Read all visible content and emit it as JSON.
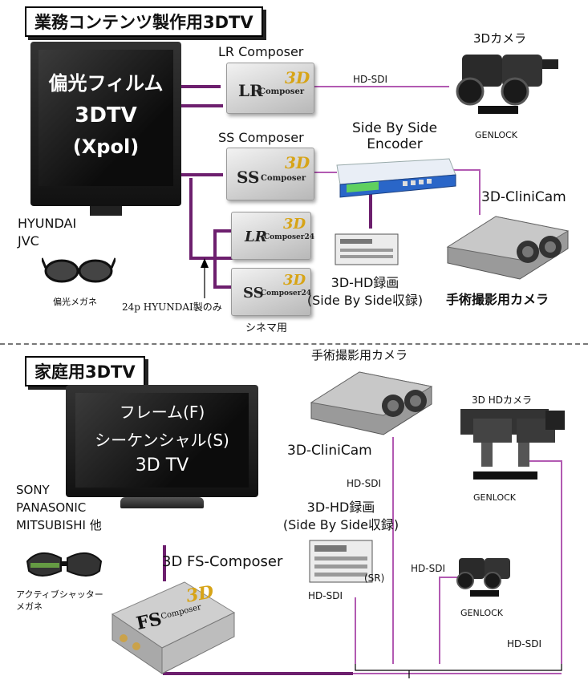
{
  "section_business": {
    "title": "業務コンテンツ製作用3DTV",
    "tv_line1": "偏光フィルム",
    "tv_line2": "3DTV",
    "tv_line3": "(Xpol)",
    "makers": [
      "HYUNDAI",
      "JVC"
    ],
    "glasses_label": "偏光メガネ",
    "lr_composer_label": "LR Composer",
    "ss_composer_label": "SS Composer",
    "sbs_encoder_label_1": "Side By Side",
    "sbs_encoder_label_2": "Encoder",
    "hdsdi_label": "HD-SDI",
    "camera_3d_label": "3Dカメラ",
    "genlock_label": "GENLOCK",
    "clinicam_label": "3D-CliniCam",
    "recorder_label_1": "3D-HD録画",
    "recorder_label_2": "(Side By Side収録)",
    "surgical_camera_label": "手術撮影用カメラ",
    "note_24p": "24p  HYUNDAI製のみ",
    "cinema_label": "シネマ用",
    "device_logos": {
      "lr": "LR",
      "ss": "SS",
      "composer": "Composer",
      "lr24": "LR",
      "ss24": "SS",
      "composer24": "Composer24",
      "mark3d": "3D"
    }
  },
  "section_home": {
    "title": "家庭用3DTV",
    "tv_line1": "フレーム(F)",
    "tv_line2": "シーケンシャル(S)",
    "tv_line3": "3D TV",
    "makers": [
      "SONY",
      "PANASONIC",
      "MITSUBISHI  他"
    ],
    "glasses_label_1": "アクティブシャッター",
    "glasses_label_2": "メガネ",
    "fs_composer_label": "3D FS-Composer",
    "fs_logo": "FS",
    "fs_logo_sub": "Composer",
    "surgical_camera_label": "手術撮影用カメラ",
    "clinicam_label": "3D-CliniCam",
    "hdsdi_label_1": "HD-SDI",
    "recorder_label_1": "3D-HD録画",
    "recorder_label_2": "(Side By Side収録)",
    "sr_label": "(SR)",
    "hdsdi_label_2": "HD-SDI",
    "hd_camera_label": "3D HDカメラ",
    "genlock_label_1": "GENLOCK",
    "hdsdi_label_3": "HD-SDI",
    "genlock_label_2": "GENLOCK",
    "hdsdi_label_4": "HD-SDI"
  },
  "colors": {
    "wire": "#6d1f6e",
    "wire_light": "#b25ab2",
    "accent_3d": "#d7a417",
    "encoder_blue": "#2a66c8"
  }
}
